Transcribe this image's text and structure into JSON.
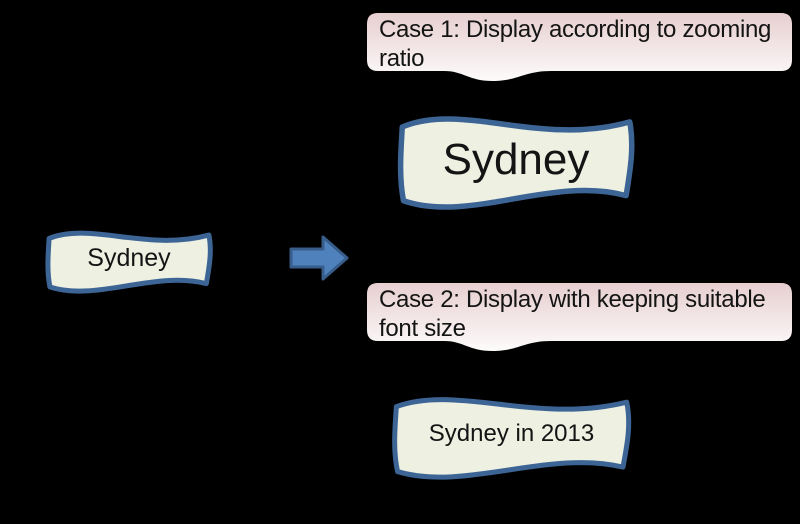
{
  "source_flag": {
    "label": "Sydney"
  },
  "case1": {
    "lines": [
      "Case 1: Display according to zooming",
      "ratio"
    ]
  },
  "case2": {
    "lines": [
      "Case 2: Display with keeping suitable",
      "font size"
    ]
  },
  "result1_flag": {
    "label": "Sydney"
  },
  "result2_flag": {
    "label": "Sydney in 2013"
  },
  "colors": {
    "background": "#000000",
    "flag_fill": "#eef0e2",
    "flag_border": "#3c6595",
    "arrow_fill": "#4f81bd",
    "arrow_border": "#385d8a",
    "callout_top": "#e7cfd0",
    "callout_bottom": "#fdfbfb",
    "text": "#141414"
  }
}
